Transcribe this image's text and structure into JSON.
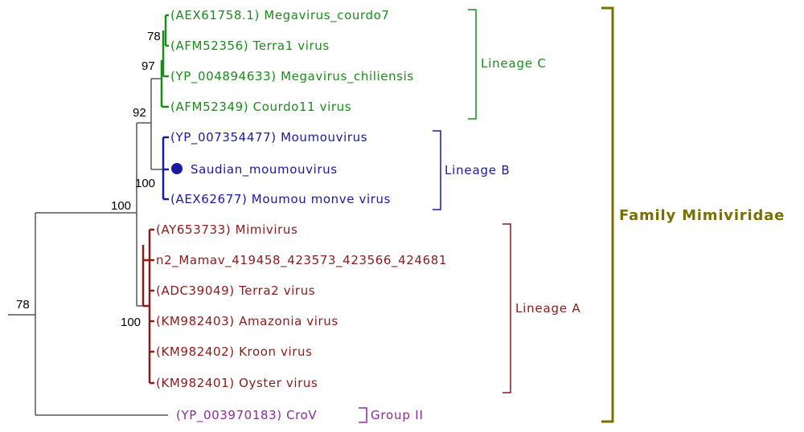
{
  "colors": {
    "lineage_c": "#1a8c1a",
    "lineage_b": "#1a1aa0",
    "lineage_a": "#8c1a1a",
    "group_ii": "#8c2a9c",
    "family": "#7a7000",
    "branch": "#555555"
  },
  "leaves": {
    "lineage_c": [
      "(AEX61758.1) Megavirus_courdo7",
      "(AFM52356) Terra1 virus",
      "(YP_004894633) Megavirus_chiliensis",
      "(AFM52349) Courdo11 virus"
    ],
    "lineage_b": [
      "(YP_007354477) Moumouvirus",
      "Saudian_moumouvirus",
      "(AEX62677) Moumou monve virus"
    ],
    "lineage_a": [
      "(AY653733) Mimivirus",
      "n2_Mamav_419458_423573_423566_424681",
      "(ADC39049) Terra2 virus",
      "(KM982403) Amazonia virus",
      "(KM982402) Kroon virus",
      "(KM982401) Oyster virus"
    ],
    "group_ii": [
      "(YP_003970183) CroV"
    ]
  },
  "bootstrap": {
    "terra1_node": "78",
    "chiliensis_node": "97",
    "lineage_c_node": "92",
    "lineage_b_node": "100",
    "lineage_bc_node": "100",
    "lineage_a_node": "100",
    "root": "78"
  },
  "groups": {
    "lineage_c": "Lineage C",
    "lineage_b": "Lineage B",
    "lineage_a": "Lineage A",
    "group_ii": "Group II",
    "family": "Family Mimiviridae"
  },
  "markers": {
    "saudian": "filled-circle-marker"
  }
}
